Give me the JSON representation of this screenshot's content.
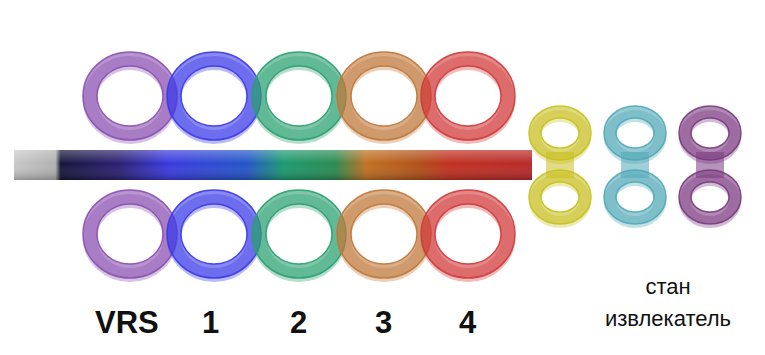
{
  "diagram": {
    "labels": [
      "VRS",
      "1",
      "2",
      "3",
      "4",
      "стан извлекатель"
    ]
  }
}
